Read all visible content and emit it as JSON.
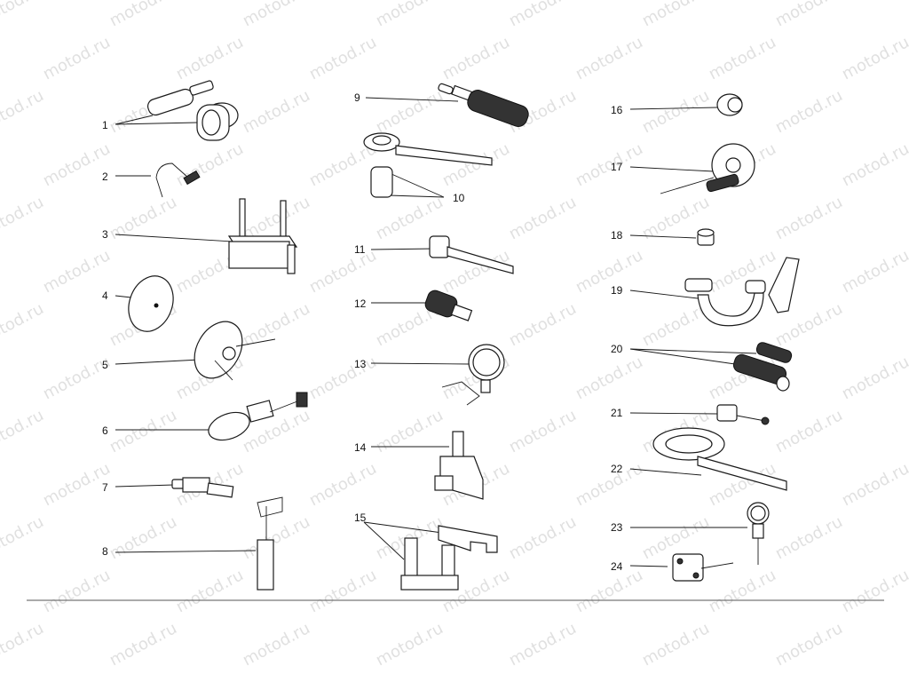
{
  "watermark": "motod.ru",
  "labels": {
    "l1": "1",
    "l2": "2",
    "l3": "3",
    "l4": "4",
    "l5": "5",
    "l6": "6",
    "l7": "7",
    "l8": "8",
    "l9": "9",
    "l10": "10",
    "l11": "11",
    "l12": "12",
    "l13": "13",
    "l14": "14",
    "l15": "15",
    "l16": "16",
    "l17": "17",
    "l18": "18",
    "l19": "19",
    "l20": "20",
    "l21": "21",
    "l22": "22",
    "l23": "23",
    "l24": "24"
  },
  "colors": {
    "line": "#1a1a1a",
    "watermark": "#c8c8c8",
    "background": "#ffffff"
  }
}
